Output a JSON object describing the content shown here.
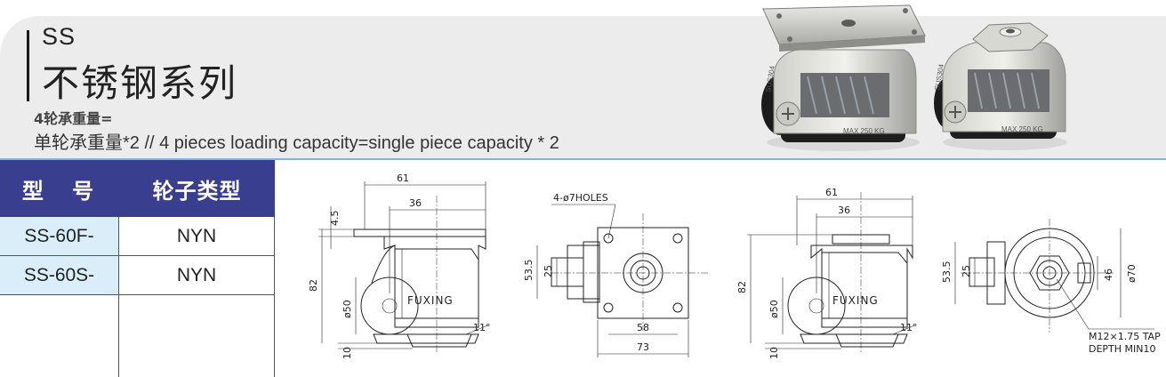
{
  "header": {
    "series_code": "SS",
    "series_title": "不锈钢系列",
    "note_line1": "4轮承重量=",
    "note_line2": "单轮承重量*2 // 4 pieces loading capacity=single piece capacity * 2"
  },
  "table": {
    "col_model": "型 号",
    "col_wheel_type": "轮子类型",
    "rows": [
      {
        "model": "SS-60F-",
        "wheel_type": "NYN"
      },
      {
        "model": "SS-60S-",
        "wheel_type": "NYN"
      }
    ]
  },
  "drawings": {
    "side_f": {
      "w_total": "61",
      "w_inner": "36",
      "top_thk": "4.5",
      "height": "82",
      "wheel_dia": "ø50",
      "bottom": "10",
      "angle": "11°",
      "brand": "FUXING"
    },
    "top_f": {
      "holes": "4-ø7HOLES",
      "depth": "53.5",
      "stem": "25",
      "span_inner": "58",
      "span_outer": "73"
    },
    "side_s": {
      "w_total": "61",
      "w_inner": "36",
      "height": "82",
      "wheel_dia": "ø50",
      "bottom": "10",
      "angle": "11°",
      "brand": "FUXING"
    },
    "top_s": {
      "depth": "53.5",
      "stem": "25",
      "nut": "46",
      "dia": "ø70",
      "tap_line1": "M12×1.75 TAP",
      "tap_line2": "DEPTH MIN10"
    }
  },
  "photos": {
    "label_side": "SUS304",
    "label_base": "MAX 250 KG"
  },
  "colors": {
    "header_band": "#ececec",
    "table_header": "#3a3e8f",
    "model_cell": "#d9eef9",
    "accent_bar": "#7ab8e0"
  }
}
